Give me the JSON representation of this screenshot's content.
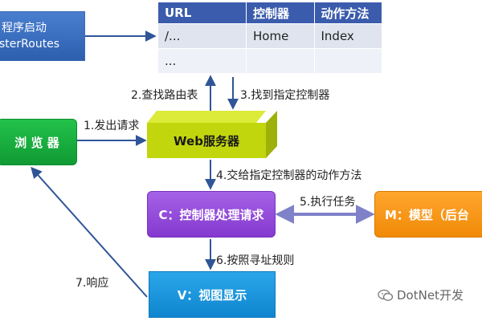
{
  "nodes": {
    "routes": {
      "line1": "程序启动",
      "line2": "sterRoutes"
    },
    "browser": "浏 览 器",
    "web_server": "Web服务器",
    "controller": "C：控制器处理请求",
    "model": "M：模型（后台",
    "view": "V：视图显示"
  },
  "route_table": {
    "headers": [
      "URL",
      "控制器",
      "动作方法"
    ],
    "rows": [
      [
        "/...",
        "Home",
        "Index"
      ],
      [
        "...",
        "",
        ""
      ]
    ]
  },
  "steps": {
    "s1": "1.发出请求",
    "s2": "2.查找路由表",
    "s3": "3.找到指定控制器",
    "s4": "4.交给指定控制器的动作方法",
    "s5": "5.执行任务",
    "s6": "6.按照寻址规则",
    "s7": "7.响应"
  },
  "watermark": "DotNet开发",
  "colors": {
    "routes": "#3a6bb5",
    "table_header": "#3b5cac",
    "browser": "#16ab3c",
    "web_server": "#c2d60d",
    "controller": "#9549db",
    "model": "#f89818",
    "view": "#1996de",
    "arrow": "#2f5597",
    "double_arrow": "#7f82c8"
  }
}
